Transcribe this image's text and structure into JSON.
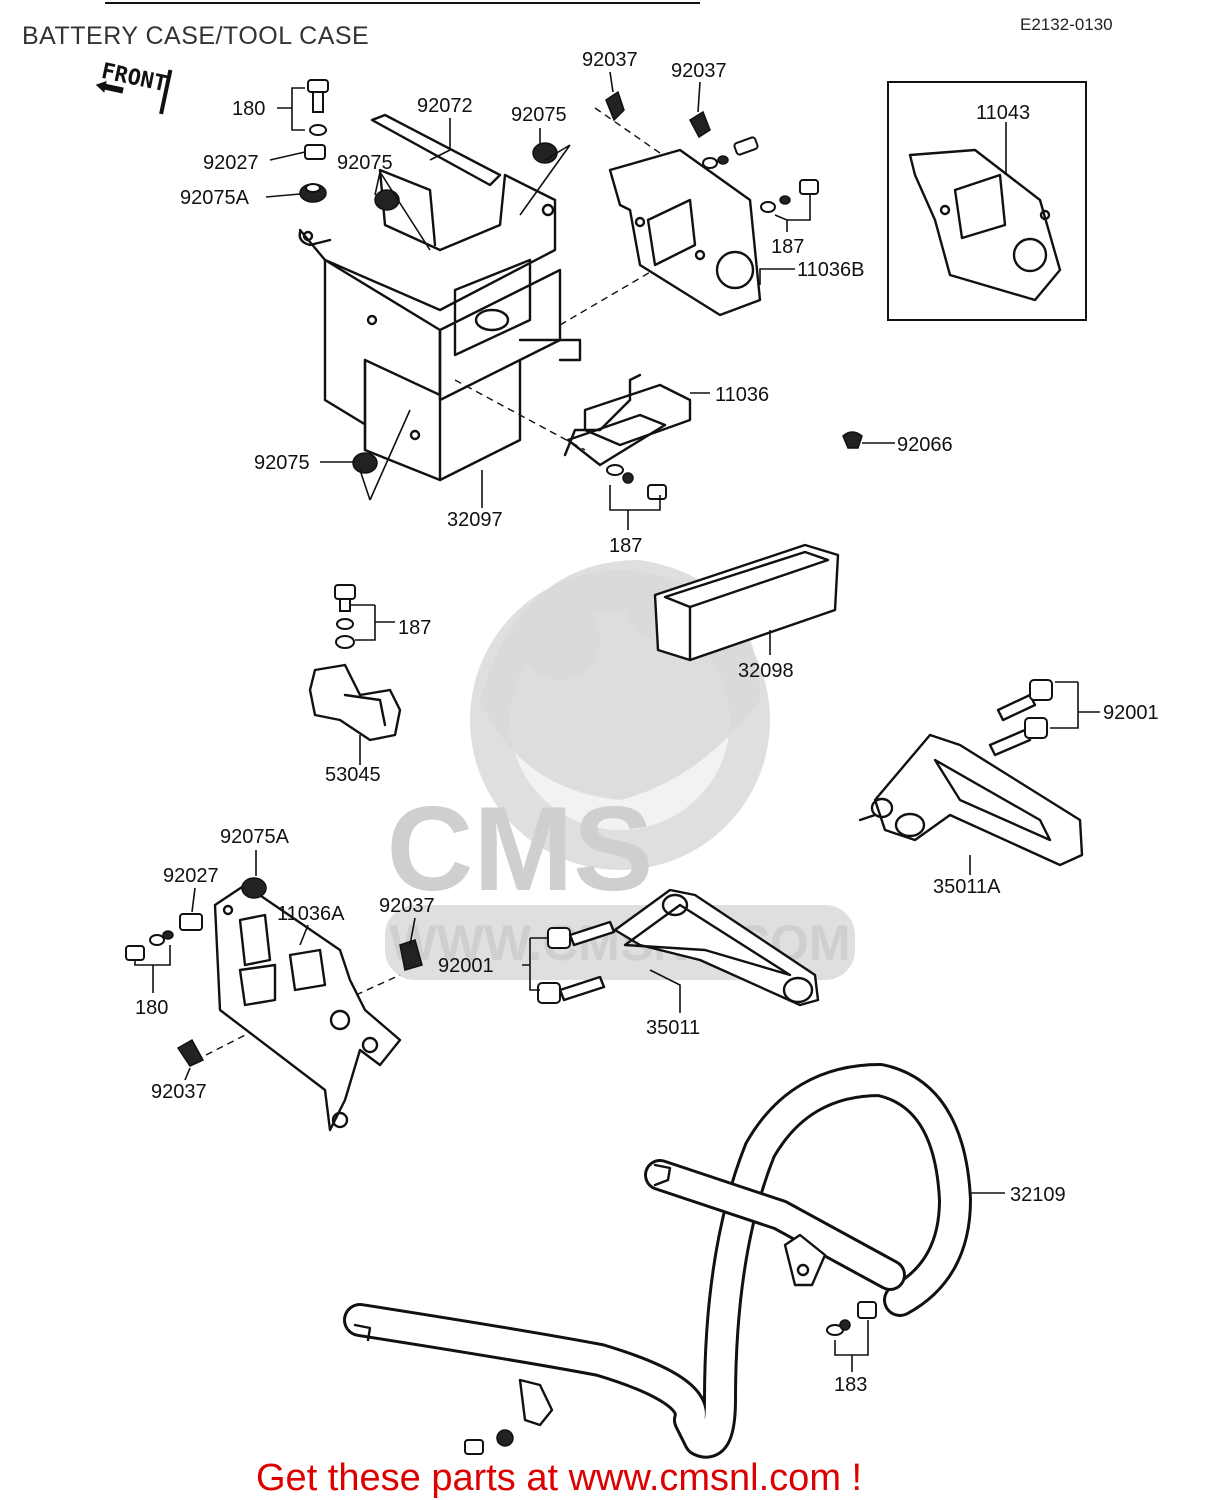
{
  "header": {
    "title": "BATTERY CASE/TOOL CASE",
    "diagram_code": "E2132-0130",
    "front_tag": "FRONT"
  },
  "watermark": {
    "brand": "CMS",
    "url": "WWW.CMSNL.COM"
  },
  "footer": {
    "cta": "Get these parts at www.cmsnl.com !"
  },
  "callouts": {
    "p92037_a": "92037",
    "p92037_b": "92037",
    "p180_a": "180",
    "p92072": "92072",
    "p92075_a": "92075",
    "p11043": "11043",
    "p92027_a": "92027",
    "p92075_b": "92075",
    "p92075A_a": "92075A",
    "p187_a": "187",
    "p11036B": "11036B",
    "p11036": "11036",
    "p92066": "92066",
    "p92075_c": "92075",
    "p32097": "32097",
    "p187_b": "187",
    "p187_c": "187",
    "p32098": "32098",
    "p92001_a": "92001",
    "p53045": "53045",
    "p35011A": "35011A",
    "p92075A_b": "92075A",
    "p92027_b": "92027",
    "p11036A": "11036A",
    "p92037_c": "92037",
    "p92001_b": "92001",
    "p180_b": "180",
    "p35011": "35011",
    "p92037_d": "92037",
    "p32109": "32109",
    "p183": "183"
  },
  "colors": {
    "footer_text": "#dd0000",
    "line_art": "#111111",
    "watermark": "#d9d9d9"
  }
}
